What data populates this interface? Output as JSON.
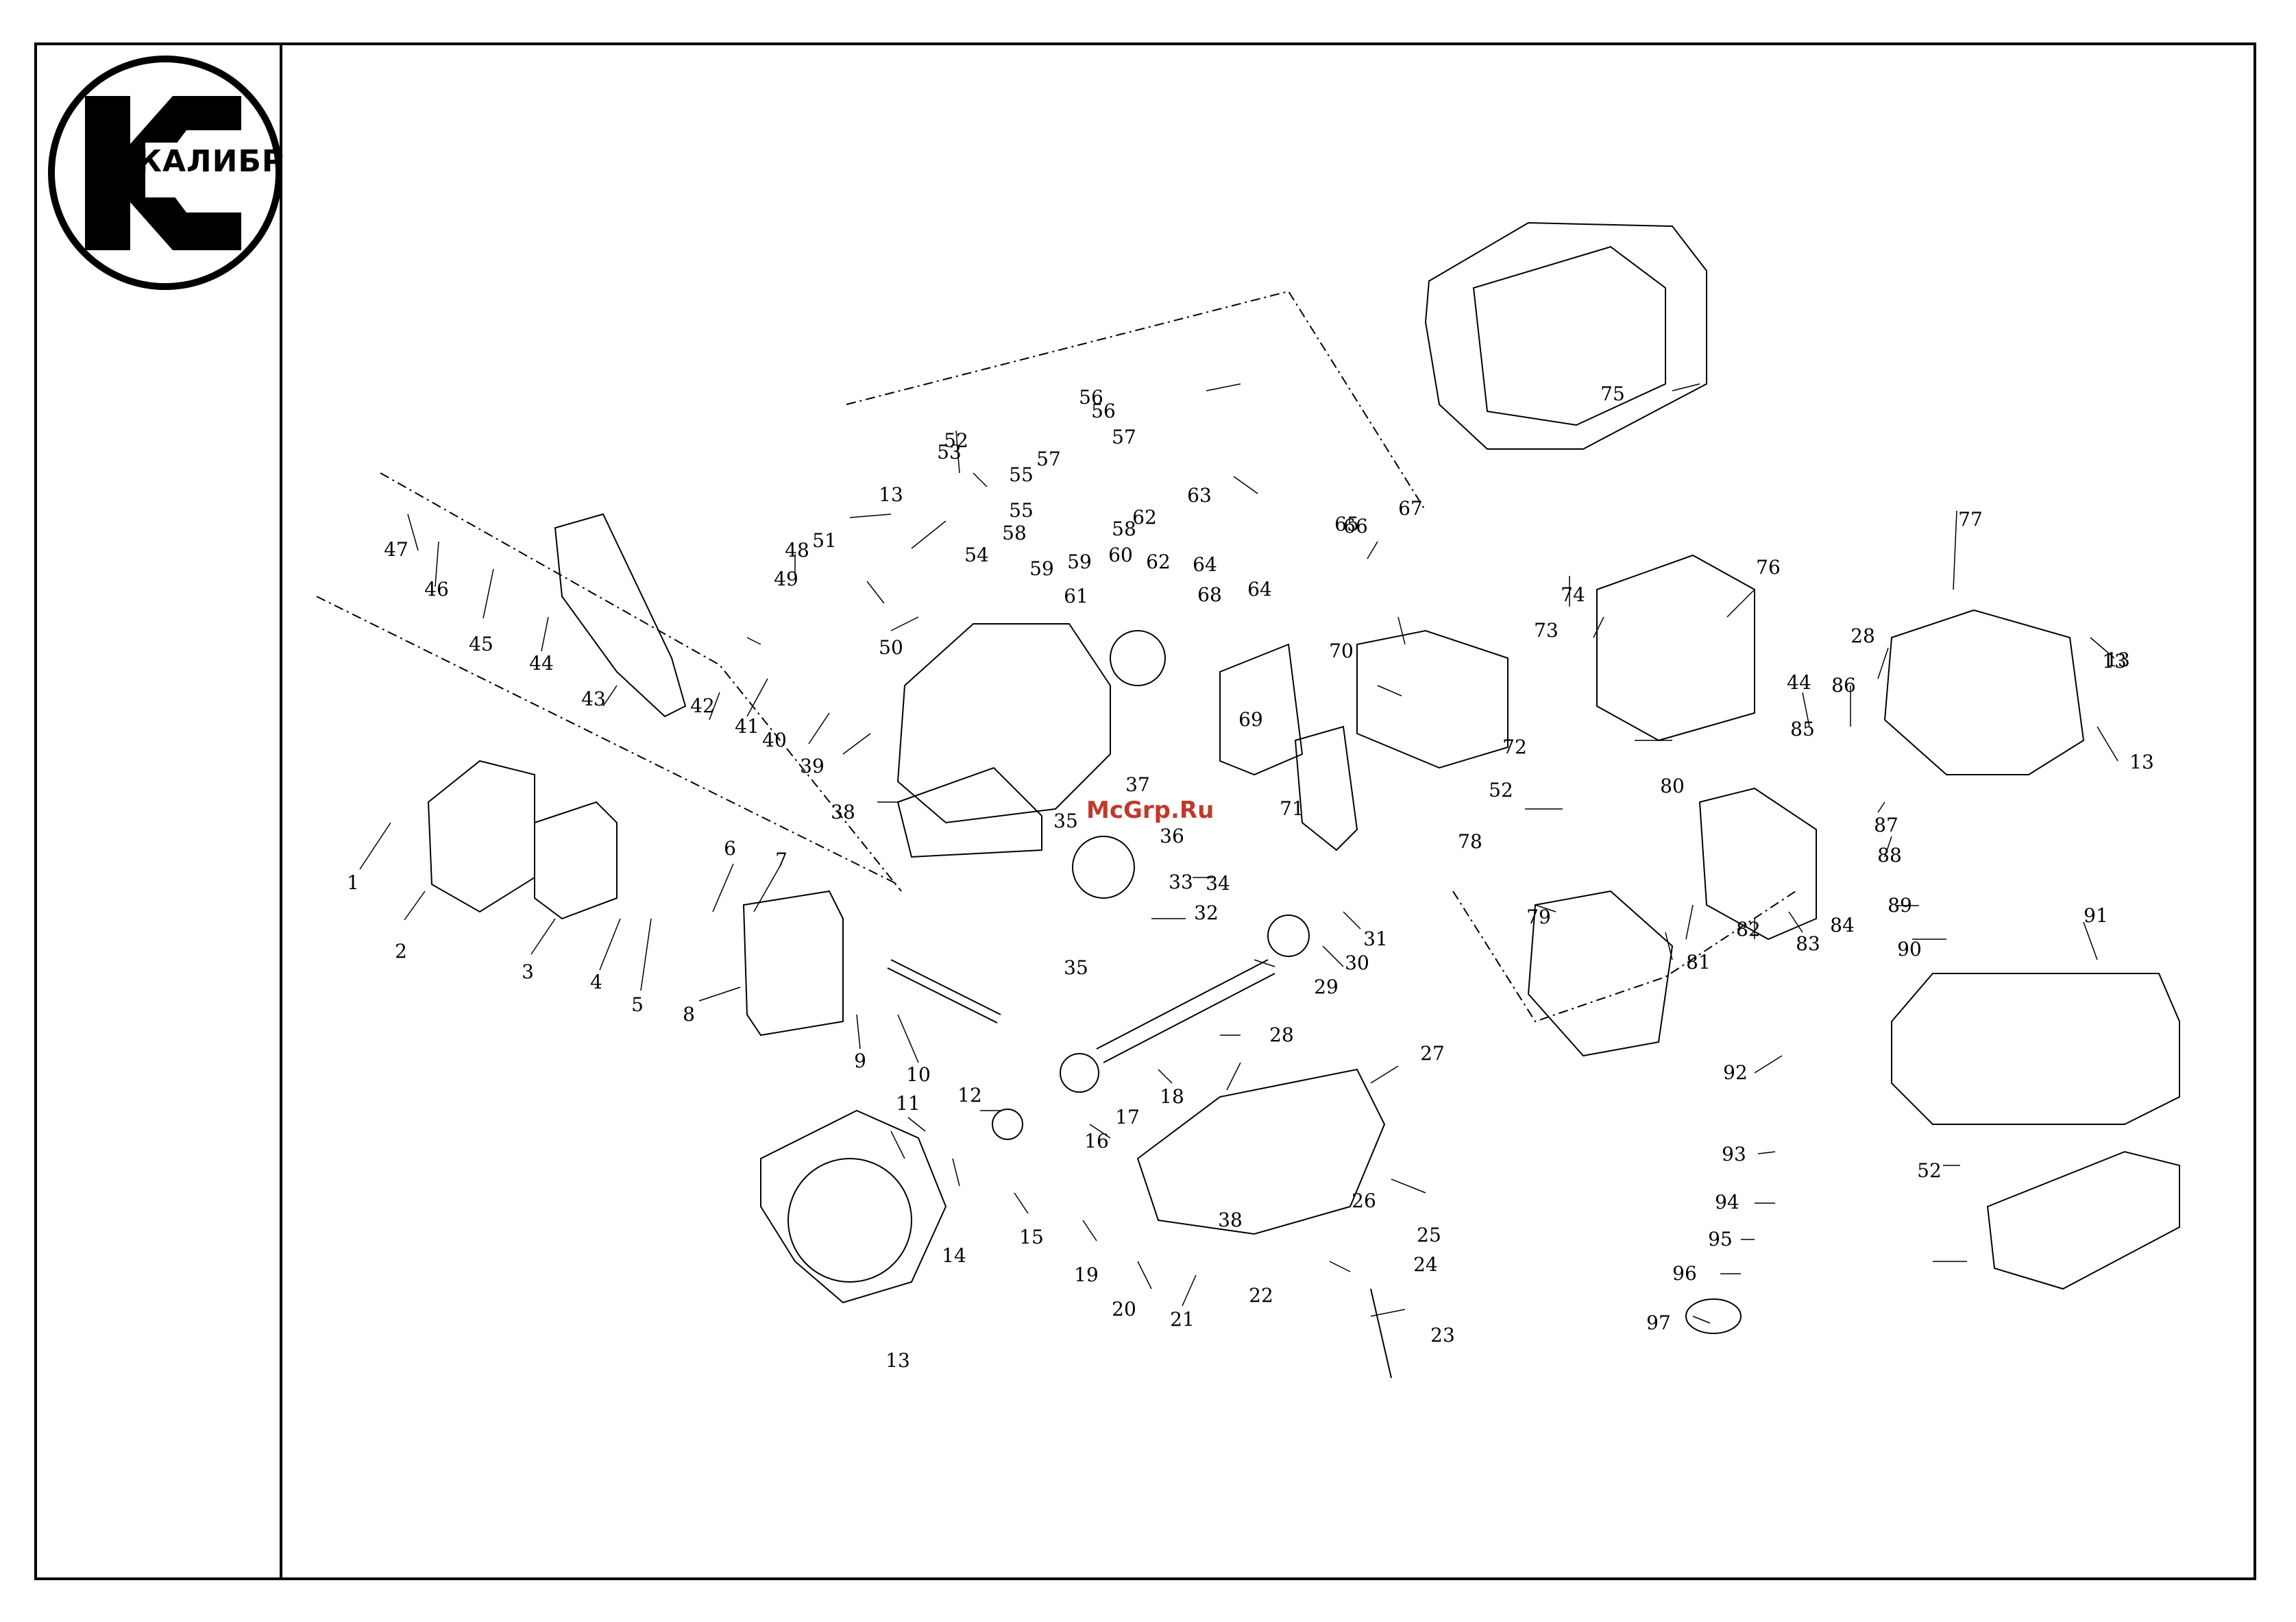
{
  "logo": {
    "text": "КАЛИБР",
    "brand_color": "#000000"
  },
  "watermark": "McGrp.Ru",
  "parts": [
    {
      "n": "1"
    },
    {
      "n": "2"
    },
    {
      "n": "3"
    },
    {
      "n": "4"
    },
    {
      "n": "5"
    },
    {
      "n": "6"
    },
    {
      "n": "7"
    },
    {
      "n": "8"
    },
    {
      "n": "9"
    },
    {
      "n": "10"
    },
    {
      "n": "11"
    },
    {
      "n": "12"
    },
    {
      "n": "13"
    },
    {
      "n": "13"
    },
    {
      "n": "13"
    },
    {
      "n": "13"
    },
    {
      "n": "13"
    },
    {
      "n": "14"
    },
    {
      "n": "15"
    },
    {
      "n": "16"
    },
    {
      "n": "17"
    },
    {
      "n": "18"
    },
    {
      "n": "19"
    },
    {
      "n": "20"
    },
    {
      "n": "21"
    },
    {
      "n": "22"
    },
    {
      "n": "23"
    },
    {
      "n": "24"
    },
    {
      "n": "25"
    },
    {
      "n": "26"
    },
    {
      "n": "27"
    },
    {
      "n": "28"
    },
    {
      "n": "28"
    },
    {
      "n": "29"
    },
    {
      "n": "30"
    },
    {
      "n": "31"
    },
    {
      "n": "32"
    },
    {
      "n": "33"
    },
    {
      "n": "34"
    },
    {
      "n": "35"
    },
    {
      "n": "35"
    },
    {
      "n": "36"
    },
    {
      "n": "37"
    },
    {
      "n": "38"
    },
    {
      "n": "38"
    },
    {
      "n": "39"
    },
    {
      "n": "40"
    },
    {
      "n": "41"
    },
    {
      "n": "42"
    },
    {
      "n": "43"
    },
    {
      "n": "44"
    },
    {
      "n": "44"
    },
    {
      "n": "45"
    },
    {
      "n": "46"
    },
    {
      "n": "47"
    },
    {
      "n": "48"
    },
    {
      "n": "49"
    },
    {
      "n": "50"
    },
    {
      "n": "51"
    },
    {
      "n": "52"
    },
    {
      "n": "52"
    },
    {
      "n": "52"
    },
    {
      "n": "53"
    },
    {
      "n": "54"
    },
    {
      "n": "55"
    },
    {
      "n": "55"
    },
    {
      "n": "56"
    },
    {
      "n": "56"
    },
    {
      "n": "57"
    },
    {
      "n": "57"
    },
    {
      "n": "58"
    },
    {
      "n": "58"
    },
    {
      "n": "59"
    },
    {
      "n": "59"
    },
    {
      "n": "60"
    },
    {
      "n": "61"
    },
    {
      "n": "62"
    },
    {
      "n": "62"
    },
    {
      "n": "63"
    },
    {
      "n": "64"
    },
    {
      "n": "64"
    },
    {
      "n": "65"
    },
    {
      "n": "66"
    },
    {
      "n": "67"
    },
    {
      "n": "68"
    },
    {
      "n": "69"
    },
    {
      "n": "70"
    },
    {
      "n": "71"
    },
    {
      "n": "72"
    },
    {
      "n": "73"
    },
    {
      "n": "74"
    },
    {
      "n": "75"
    },
    {
      "n": "76"
    },
    {
      "n": "77"
    },
    {
      "n": "78"
    },
    {
      "n": "79"
    },
    {
      "n": "80"
    },
    {
      "n": "81"
    },
    {
      "n": "82"
    },
    {
      "n": "83"
    },
    {
      "n": "84"
    },
    {
      "n": "85"
    },
    {
      "n": "86"
    },
    {
      "n": "87"
    },
    {
      "n": "88"
    },
    {
      "n": "89"
    },
    {
      "n": "90"
    },
    {
      "n": "91"
    },
    {
      "n": "92"
    },
    {
      "n": "93"
    },
    {
      "n": "94"
    },
    {
      "n": "95"
    },
    {
      "n": "96"
    },
    {
      "n": "97"
    }
  ]
}
